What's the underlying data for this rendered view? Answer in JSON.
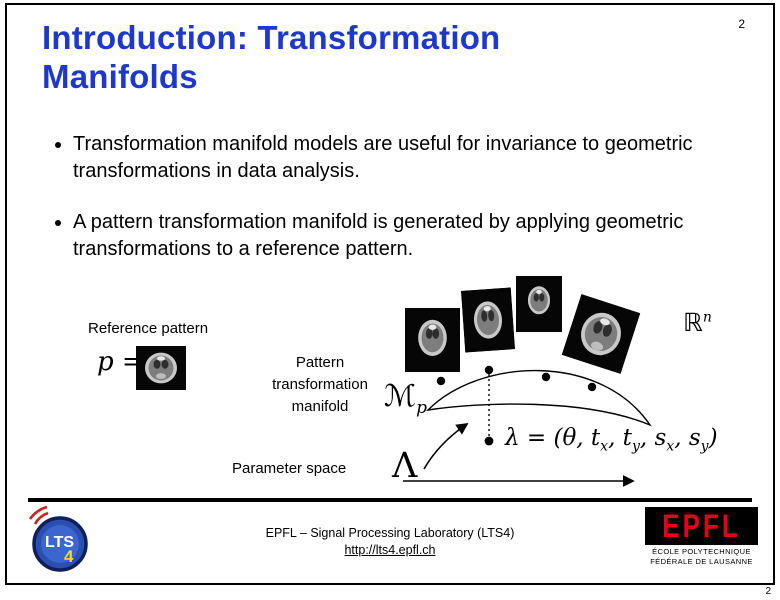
{
  "page": {
    "number_top": "2",
    "number_bottom": "2"
  },
  "title": {
    "line1": "Introduction: Transformation",
    "line2": "Manifolds"
  },
  "bullets": [
    {
      "text": "Transformation manifold models are useful for invariance to geometric transformations in data analysis."
    },
    {
      "text": "A pattern transformation manifold is generated by applying geometric transformations to a reference pattern."
    }
  ],
  "diagram": {
    "reference_pattern_label": "Reference pattern",
    "p_equals": "p =",
    "pattern_label_line1": "Pattern",
    "pattern_label_line2": "transformation",
    "pattern_label_line3": "manifold",
    "manifold_symbol": "ℳ",
    "manifold_symbol_sub": "p",
    "ambient_space_symbol": "ℝ",
    "ambient_space_sup": "n",
    "parameter_space_label": "Parameter space",
    "parameter_space_symbol": "Λ",
    "formula": {
      "head": "λ = (θ, t",
      "sub1": "x",
      "sep1": ", t",
      "sub2": "y",
      "sep2": ", s",
      "sub3": "x",
      "sep3": ", s",
      "sub4": "y",
      "tail": ")"
    }
  },
  "footer": {
    "lab": "EPFL – Signal Processing Laboratory (LTS4)",
    "url": "http://lts4.epfl.ch",
    "lts_logo": {
      "text": "LTS",
      "number": "4"
    },
    "epfl_logo": {
      "wordmark": "EPFL",
      "line1": "ÉCOLE POLYTECHNIQUE",
      "line2": "FÉDÉRALE DE LAUSANNE"
    }
  },
  "colors": {
    "title_blue": "#1d38cb",
    "epfl_red": "#e3001b"
  }
}
